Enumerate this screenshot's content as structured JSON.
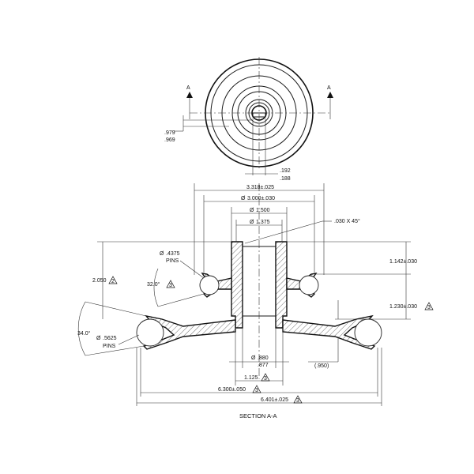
{
  "top_view": {
    "section_mark_left": "A",
    "section_mark_right": "A",
    "dim_left_upper": ".979",
    "dim_left_lower": ".969",
    "dim_bottom_upper": ".192",
    "dim_bottom_lower": ".188"
  },
  "section": {
    "dim_overall_top": "3.318±.025",
    "dim_3000": "3.000±.030",
    "dim_1500": "1.500",
    "dim_1375": "1.375",
    "chamfer": ".030 X 45°",
    "pin_upper_dia": ".4375",
    "pin_upper_label": "PINS",
    "pin_lower_dia": ".5625",
    "pin_lower_label": "PINS",
    "dim_2050": "2.050",
    "dim_2050_flag": "2",
    "angle_upper": "32.0°",
    "angle_upper_flag": "3",
    "angle_lower": "34.0°",
    "dim_1142": "1.142±.030",
    "dim_1230": "1.230±.030",
    "dim_1230_flag": "3",
    "bore_dia_upper": ".880",
    "bore_dia_lower": ".877",
    "dim_1125": "1.125",
    "dim_1125_flag": "3",
    "dim_950": "(.950)",
    "dim_6300": "6.300±.050",
    "dim_6300_flag": "3",
    "dim_6401": "6.401±.025",
    "dim_6401_flag": "3",
    "title": "SECTION A-A"
  },
  "dia_symbol": "Ø",
  "colors": {
    "line": "#111111",
    "background": "#ffffff"
  }
}
